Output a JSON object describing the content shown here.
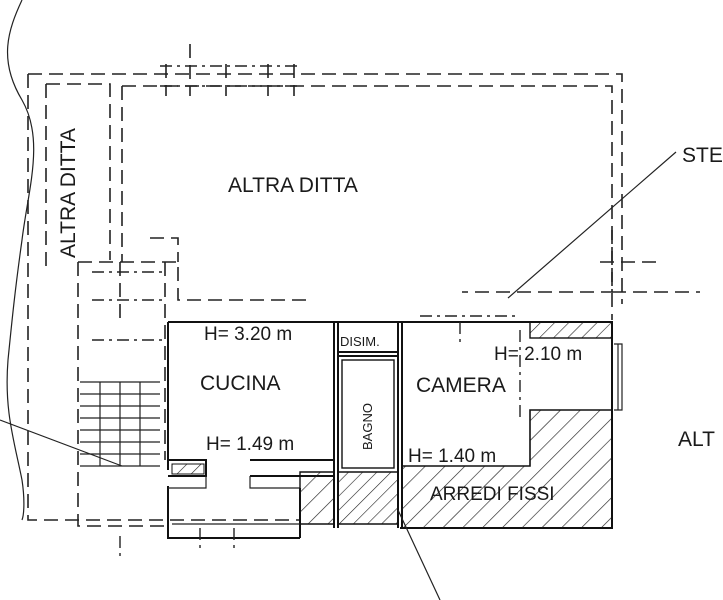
{
  "labels": {
    "altra_ditta_main": "ALTRA DITTA",
    "altra_ditta_left": "ALTRA DITTA",
    "ste_cut": "STE",
    "alt_cut": "ALT",
    "cucina": "CUCINA",
    "camera": "CAMERA",
    "bagno": "BAGNO",
    "disim": "DISIM.",
    "arredi_fissi": "ARREDI FISSI",
    "h_cucina": "H= 3.20  m",
    "h_camera": "H= 2.10 m",
    "h_cucina_low": "H= 1.49 m",
    "h_bagno_low": "H= 1.40 m"
  }
}
